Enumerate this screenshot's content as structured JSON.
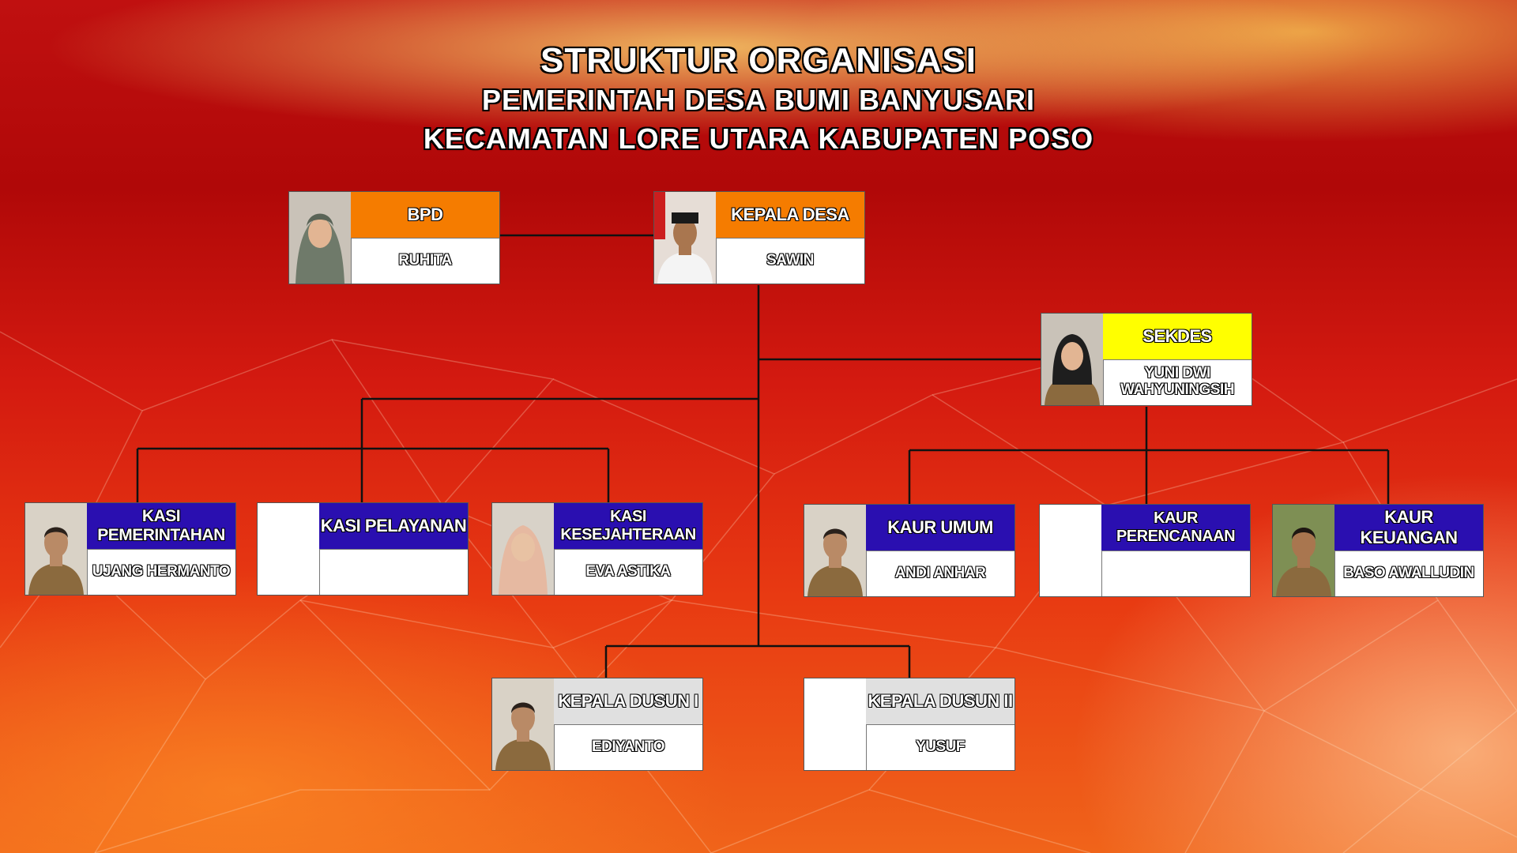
{
  "title": {
    "line1": "STRUKTUR ORGANISASI",
    "line2": "PEMERINTAH DESA BUMI BANYUSARI",
    "line3": "KECAMATAN LORE UTARA KABUPATEN POSO"
  },
  "colors": {
    "orange": "#f57c00",
    "yellow": "#ffff00",
    "blue": "#2a0fb0",
    "grey": "#e0e0e0",
    "connector": "#111111"
  },
  "nodes": {
    "bpd": {
      "role": "BPD",
      "name": "RUHITA",
      "photo": "woman-hijab-photo"
    },
    "kepala_desa": {
      "role": "KEPALA DESA",
      "name": "SAWIN",
      "photo": "man-uniform-photo"
    },
    "sekdes": {
      "role": "SEKDES",
      "name": "YUNI DWI WAHYUNINGSIH",
      "photo": "woman-hijab-photo"
    },
    "kasi_pemerintahan": {
      "role": "KASI PEMERINTAHAN",
      "name": "UJANG HERMANTO",
      "photo": "man-uniform-photo"
    },
    "kasi_pelayanan": {
      "role": "KASI PELAYANAN",
      "name": "",
      "photo": ""
    },
    "kasi_kesejahteraan": {
      "role": "KASI KESEJAHTERAAN",
      "name": "EVA ASTIKA",
      "photo": "woman-hijab-photo"
    },
    "kaur_umum": {
      "role": "KAUR UMUM",
      "name": "ANDI ANHAR",
      "photo": "man-uniform-photo"
    },
    "kaur_perencanaan": {
      "role": "KAUR PERENCANAAN",
      "name": "",
      "photo": ""
    },
    "kaur_keuangan": {
      "role": "KAUR KEUANGAN",
      "name": "BASO AWALLUDIN",
      "photo": "man-uniform-photo"
    },
    "kepala_dusun_1": {
      "role": "KEPALA DUSUN I",
      "name": "EDIYANTO",
      "photo": "man-uniform-photo"
    },
    "kepala_dusun_2": {
      "role": "KEPALA DUSUN II",
      "name": "YUSUF",
      "photo": ""
    }
  }
}
